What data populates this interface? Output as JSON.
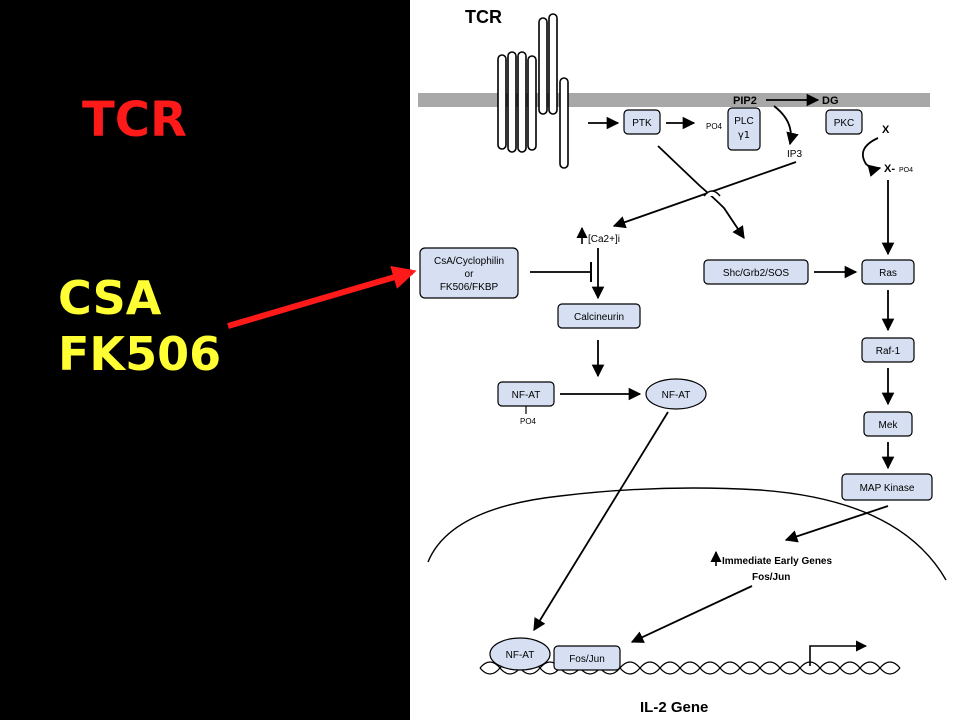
{
  "slide": {
    "title_label": "TCR",
    "drug_label_1": "CSA",
    "drug_label_2": "FK506",
    "colors": {
      "title": "#ff1a1a",
      "drug_labels": "#ffff33",
      "arrow": "#ff1a1a",
      "box_fill": "#d6e0f2",
      "membrane": "#a8a8a8"
    }
  },
  "diagram": {
    "tcr_title": "TCR",
    "pip2": "PIP2",
    "dg": "DG",
    "ptk": "PTK",
    "po4_plc": "PO4",
    "plc_line1": "PLC",
    "plc_line2": "γ1",
    "pkc": "PKC",
    "x": "X",
    "x_po4_prefix": "X-",
    "x_po4_suffix": "PO4",
    "ip3": "IP3",
    "ca_label": "[Ca2+]i",
    "csa_box_line1": "CsA/Cyclophilin",
    "csa_box_line2": "or",
    "csa_box_line3": "FK506/FKBP",
    "shc": "Shc/Grb2/SOS",
    "ras": "Ras",
    "calcineurin": "Calcineurin",
    "raf": "Raf-1",
    "nfat_left": "NF-AT",
    "nfat_po4": "PO4",
    "nfat_right": "NF-AT",
    "mek": "Mek",
    "map_kinase": "MAP Kinase",
    "ieg_line1": "Immediate Early Genes",
    "ieg_line2": "Fos/Jun",
    "nfat_dna": "NF-AT",
    "fos_jun_dna": "Fos/Jun",
    "il2_gene": "IL-2 Gene"
  }
}
